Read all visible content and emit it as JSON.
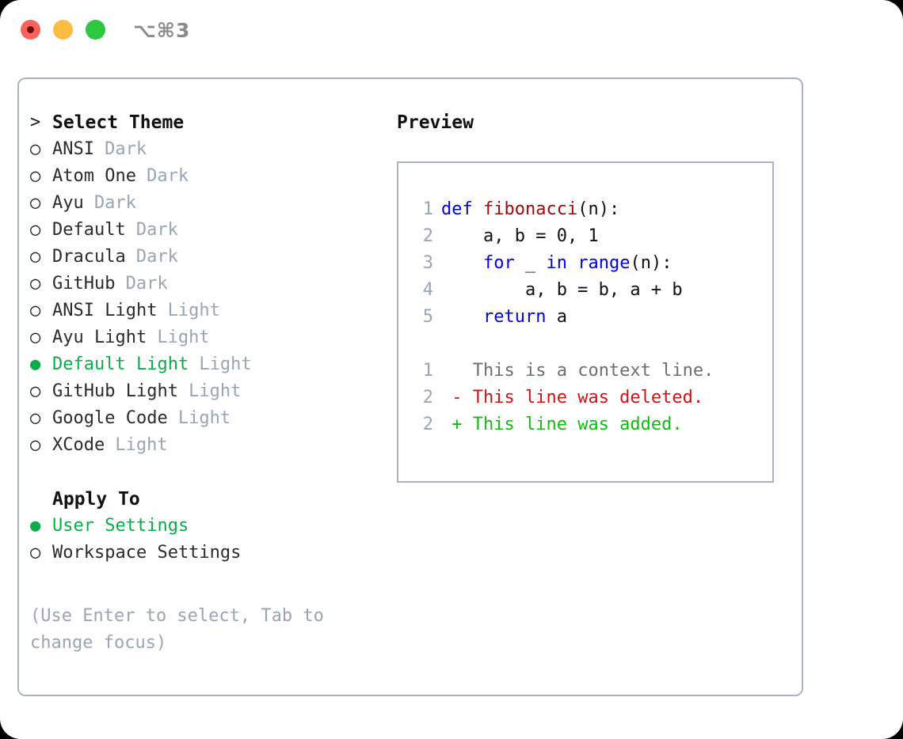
{
  "titlebar": {
    "shortcut": "⌥⌘3",
    "buttons": [
      {
        "name": "close",
        "color": "#fc625d"
      },
      {
        "name": "minimize",
        "color": "#fdbc40"
      },
      {
        "name": "maximize",
        "color": "#2bc840"
      }
    ]
  },
  "theme_chooser": {
    "heading": "Select Theme",
    "heading_marker": ">",
    "marker_selected": "●",
    "marker_unselected": "○",
    "items": [
      {
        "label": "ANSI",
        "tag": "Dark",
        "selected": false
      },
      {
        "label": "Atom One",
        "tag": "Dark",
        "selected": false
      },
      {
        "label": "Ayu",
        "tag": "Dark",
        "selected": false
      },
      {
        "label": "Default",
        "tag": "Dark",
        "selected": false
      },
      {
        "label": "Dracula",
        "tag": "Dark",
        "selected": false
      },
      {
        "label": "GitHub",
        "tag": "Dark",
        "selected": false
      },
      {
        "label": "ANSI Light",
        "tag": "Light",
        "selected": false
      },
      {
        "label": "Ayu Light",
        "tag": "Light",
        "selected": false
      },
      {
        "label": "Default Light",
        "tag": "Light",
        "selected": true
      },
      {
        "label": "GitHub Light",
        "tag": "Light",
        "selected": false
      },
      {
        "label": "Google Code",
        "tag": "Light",
        "selected": false
      },
      {
        "label": "XCode",
        "tag": "Light",
        "selected": false
      }
    ]
  },
  "apply_to": {
    "heading": "Apply To",
    "items": [
      {
        "label": "User Settings",
        "selected": true
      },
      {
        "label": "Workspace Settings",
        "selected": false
      }
    ]
  },
  "hint": "(Use Enter to select, Tab to change focus)",
  "preview": {
    "title": "Preview",
    "code_lines": [
      {
        "num": "1",
        "tokens": [
          {
            "t": "def ",
            "c": "kw"
          },
          {
            "t": "fibonacci",
            "c": "fn"
          },
          {
            "t": "(n):",
            "c": "pl"
          }
        ]
      },
      {
        "num": "2",
        "tokens": [
          {
            "t": "    a, b = 0, 1",
            "c": "pl"
          }
        ]
      },
      {
        "num": "3",
        "tokens": [
          {
            "t": "    ",
            "c": "pl"
          },
          {
            "t": "for",
            "c": "kw"
          },
          {
            "t": " _ ",
            "c": "pl"
          },
          {
            "t": "in",
            "c": "kw"
          },
          {
            "t": " ",
            "c": "pl"
          },
          {
            "t": "range",
            "c": "kw"
          },
          {
            "t": "(n):",
            "c": "pl"
          }
        ]
      },
      {
        "num": "4",
        "tokens": [
          {
            "t": "        a, b = b, a + b",
            "c": "pl"
          }
        ]
      },
      {
        "num": "5",
        "tokens": [
          {
            "t": "    ",
            "c": "pl"
          },
          {
            "t": "return",
            "c": "kw"
          },
          {
            "t": " a",
            "c": "pl"
          }
        ]
      }
    ],
    "diff_lines": [
      {
        "num": "1",
        "sign": " ",
        "text": "This is a context line.",
        "kind": "ctx"
      },
      {
        "num": "2",
        "sign": "-",
        "text": "This line was deleted.",
        "kind": "del"
      },
      {
        "num": "2",
        "sign": "+",
        "text": "This line was added.",
        "kind": "add"
      }
    ]
  },
  "colors": {
    "accent_green": "#0aad4a",
    "muted": "#9aa5b4",
    "border": "#aab3c1",
    "keyword": "#0000e6",
    "function": "#9c0b0b",
    "diff_delete": "#cc1414",
    "diff_add": "#11bb11"
  }
}
